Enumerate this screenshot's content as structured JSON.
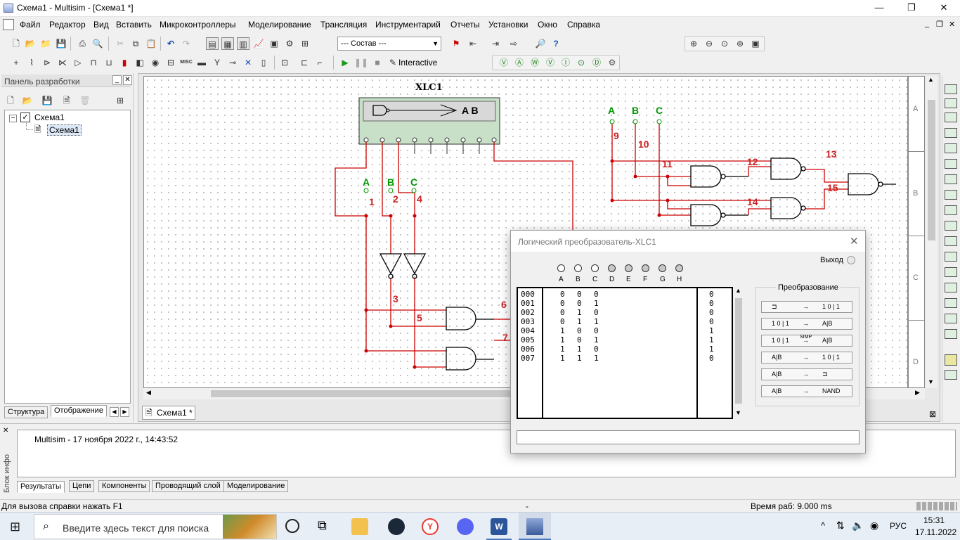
{
  "window": {
    "title": "Схема1 - Multisim - [Схема1 *]",
    "minimize": "—",
    "maximize": "❐",
    "close": "✕"
  },
  "menu": [
    "Файл",
    "Редактор",
    "Вид",
    "Вставить",
    "Микроконтроллеры",
    "Моделирование",
    "Трансляция",
    "Инструментарий",
    "Отчеты",
    "Установки",
    "Окно",
    "Справка"
  ],
  "mdi_controls": [
    "_",
    "❐",
    "✕"
  ],
  "toolbar": {
    "composition_select": "--- Состав ---",
    "interactive_label": "Interactive",
    "run_icon": "run-icon",
    "pause_icon": "pause-icon",
    "stop_icon": "stop-icon"
  },
  "design_panel": {
    "title": "Панель разработки",
    "tree_root": "Схема1",
    "tree_child": "Схема1",
    "tabs": [
      "Структура",
      "Отображение"
    ]
  },
  "document_tab": "Схема1 *",
  "schematic": {
    "instrument_label": "XLC1",
    "instrument_display": "A B",
    "left_inputs": [
      "A",
      "B",
      "C"
    ],
    "right_inputs": [
      "A",
      "B",
      "C"
    ],
    "net_labels": [
      "1",
      "2",
      "3",
      "4",
      "5",
      "6",
      "7",
      "9",
      "10",
      "11",
      "12",
      "13",
      "14",
      "15"
    ],
    "ruler_letters": [
      "A",
      "B",
      "C",
      "D"
    ],
    "colors": {
      "wire": "#cc0000",
      "net_label": "#cc2020",
      "input_label": "#009900",
      "instrument_body": "#c8e0c8"
    }
  },
  "dialog": {
    "title": "Логический преобразователь-XLC1",
    "close": "✕",
    "output_label": "Выход",
    "terminals": [
      "A",
      "B",
      "C",
      "D",
      "E",
      "F",
      "G",
      "H"
    ],
    "truth_rows": [
      {
        "idx": "000",
        "a": "0",
        "b": "0",
        "c": "0",
        "out": "0"
      },
      {
        "idx": "001",
        "a": "0",
        "b": "0",
        "c": "1",
        "out": "0"
      },
      {
        "idx": "002",
        "a": "0",
        "b": "1",
        "c": "0",
        "out": "0"
      },
      {
        "idx": "003",
        "a": "0",
        "b": "1",
        "c": "1",
        "out": "0"
      },
      {
        "idx": "004",
        "a": "1",
        "b": "0",
        "c": "0",
        "out": "1"
      },
      {
        "idx": "005",
        "a": "1",
        "b": "0",
        "c": "1",
        "out": "1"
      },
      {
        "idx": "006",
        "a": "1",
        "b": "1",
        "c": "0",
        "out": "1"
      },
      {
        "idx": "007",
        "a": "1",
        "b": "1",
        "c": "1",
        "out": "0"
      }
    ],
    "conversion_title": "Преобразование",
    "conversions": [
      {
        "from": "⊐",
        "to": "1 0 | 1"
      },
      {
        "from": "1 0 | 1",
        "to": "A|B"
      },
      {
        "from": "1 0 | 1",
        "mid": "SIMP",
        "to": "A|B"
      },
      {
        "from": "A|B",
        "to": "1 0 | 1"
      },
      {
        "from": "A|B",
        "to": "⊐"
      },
      {
        "from": "A|B",
        "to": "NAND"
      }
    ],
    "expression": ""
  },
  "info_panel": {
    "side_label": "Блок инфо",
    "message": "Multisim  -  17 ноября 2022 г., 14:43:52",
    "tabs": [
      "Результаты",
      "Цепи",
      "Компоненты",
      "Проводящий слой",
      "Моделирование"
    ]
  },
  "statusbar": {
    "hint": "Для вызова справки нажать F1",
    "middle": "-",
    "runtime": "Время раб: 9.000 ms"
  },
  "taskbar": {
    "search_placeholder": "Введите здесь текст для поиска",
    "language": "РУС",
    "time": "15:31",
    "date": "17.11.2022"
  }
}
